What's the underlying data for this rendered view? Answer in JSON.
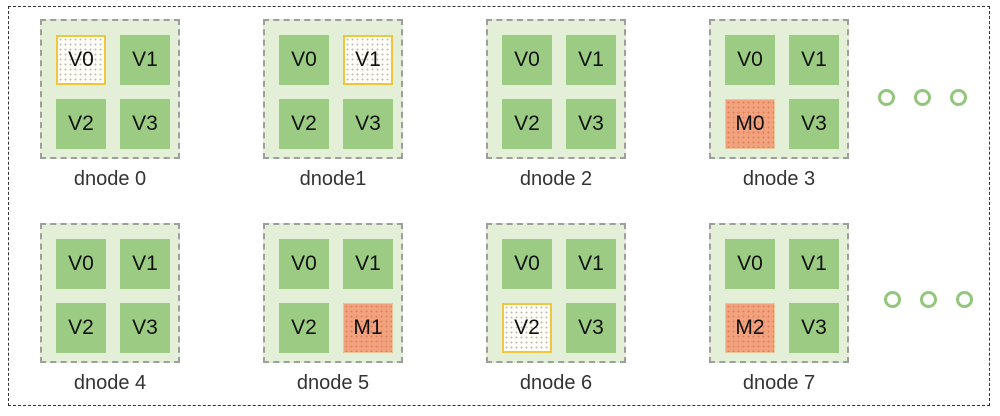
{
  "nodes": [
    {
      "label": "dnode 0",
      "cells": [
        {
          "text": "V0",
          "kind": "highlight"
        },
        {
          "text": "V1",
          "kind": "vnode"
        },
        {
          "text": "V2",
          "kind": "vnode"
        },
        {
          "text": "V3",
          "kind": "vnode"
        }
      ]
    },
    {
      "label": "dnode1",
      "cells": [
        {
          "text": "V0",
          "kind": "vnode"
        },
        {
          "text": "V1",
          "kind": "highlight"
        },
        {
          "text": "V2",
          "kind": "vnode"
        },
        {
          "text": "V3",
          "kind": "vnode"
        }
      ]
    },
    {
      "label": "dnode 2",
      "cells": [
        {
          "text": "V0",
          "kind": "vnode"
        },
        {
          "text": "V1",
          "kind": "vnode"
        },
        {
          "text": "V2",
          "kind": "vnode"
        },
        {
          "text": "V3",
          "kind": "vnode"
        }
      ]
    },
    {
      "label": "dnode 3",
      "cells": [
        {
          "text": "V0",
          "kind": "vnode"
        },
        {
          "text": "V1",
          "kind": "vnode"
        },
        {
          "text": "M0",
          "kind": "mnode"
        },
        {
          "text": "V3",
          "kind": "vnode"
        }
      ]
    },
    {
      "label": "dnode 4",
      "cells": [
        {
          "text": "V0",
          "kind": "vnode"
        },
        {
          "text": "V1",
          "kind": "vnode"
        },
        {
          "text": "V2",
          "kind": "vnode"
        },
        {
          "text": "V3",
          "kind": "vnode"
        }
      ]
    },
    {
      "label": "dnode 5",
      "cells": [
        {
          "text": "V0",
          "kind": "vnode"
        },
        {
          "text": "V1",
          "kind": "vnode"
        },
        {
          "text": "V2",
          "kind": "vnode"
        },
        {
          "text": "M1",
          "kind": "mnode"
        }
      ]
    },
    {
      "label": "dnode 6",
      "cells": [
        {
          "text": "V0",
          "kind": "vnode"
        },
        {
          "text": "V1",
          "kind": "vnode"
        },
        {
          "text": "V2",
          "kind": "highlight"
        },
        {
          "text": "V3",
          "kind": "vnode"
        }
      ]
    },
    {
      "label": "dnode 7",
      "cells": [
        {
          "text": "V0",
          "kind": "vnode"
        },
        {
          "text": "V1",
          "kind": "vnode"
        },
        {
          "text": "M2",
          "kind": "mnode"
        },
        {
          "text": "V3",
          "kind": "vnode"
        }
      ]
    }
  ],
  "colors": {
    "node_fill": "#e4efd8",
    "node_border": "#9e9e9e",
    "vnode_fill": "#9ccc84",
    "highlight_border": "#f0c63e",
    "mnode_fill": "#f2a27e",
    "ellipsis_dots": "#92c77b"
  },
  "ellipsis": {
    "rows": 2,
    "dots_per_row": 3
  }
}
